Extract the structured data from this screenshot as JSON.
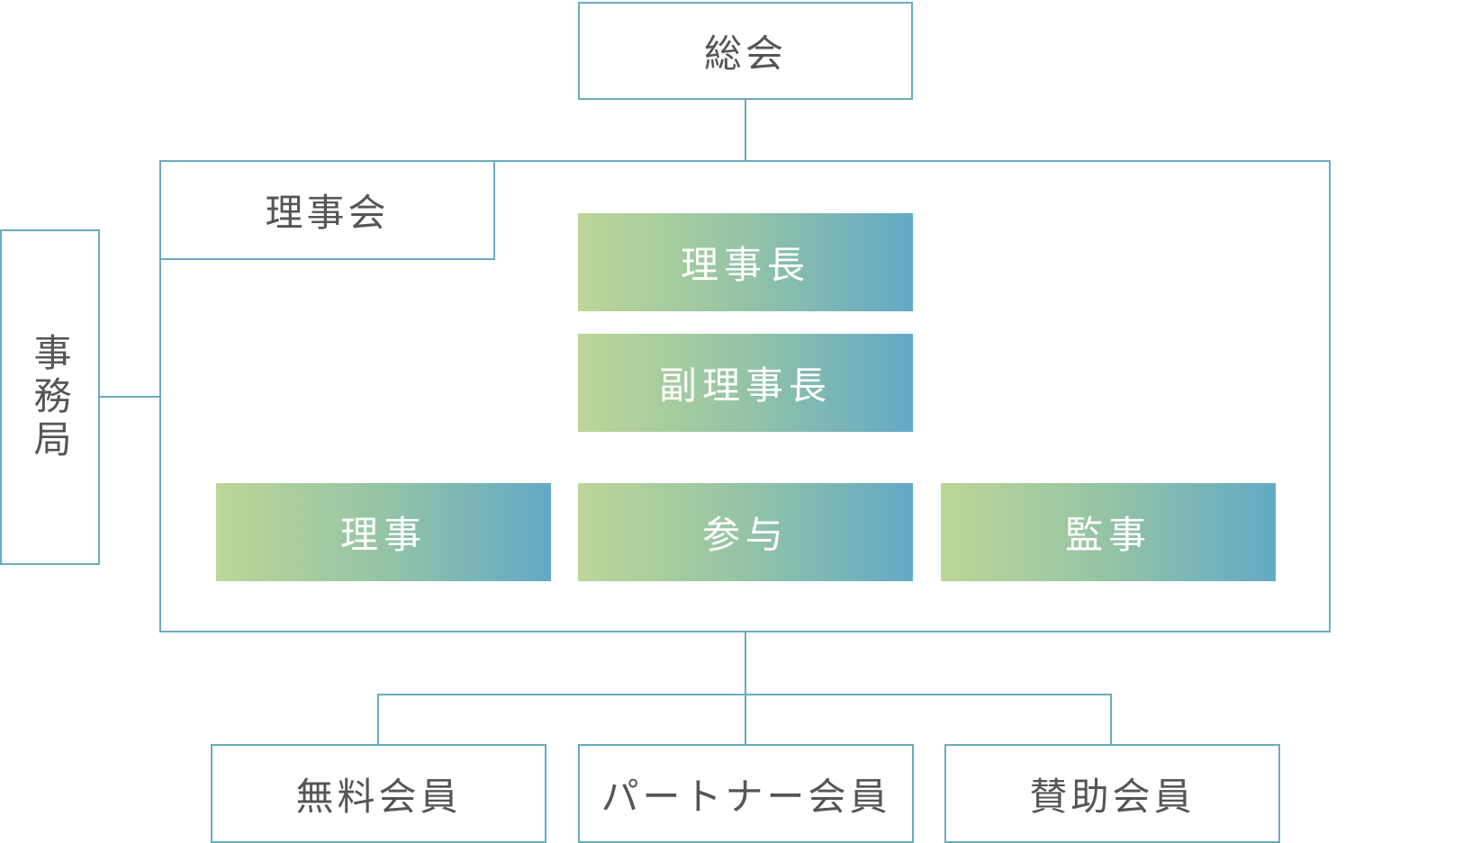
{
  "colors": {
    "line": "#6aabbf",
    "text": "#555555",
    "gradient_start": "#bcd696",
    "gradient_end": "#62a9c6"
  },
  "diagram": {
    "general_assembly": "総会",
    "board": {
      "label": "理事会",
      "chairman": "理事長",
      "vice_chairman": "副理事長",
      "members": [
        "理事",
        "参与",
        "監事"
      ]
    },
    "secretariat": "事務局",
    "membership": [
      "無料会員",
      "パートナー会員",
      "賛助会員"
    ]
  }
}
